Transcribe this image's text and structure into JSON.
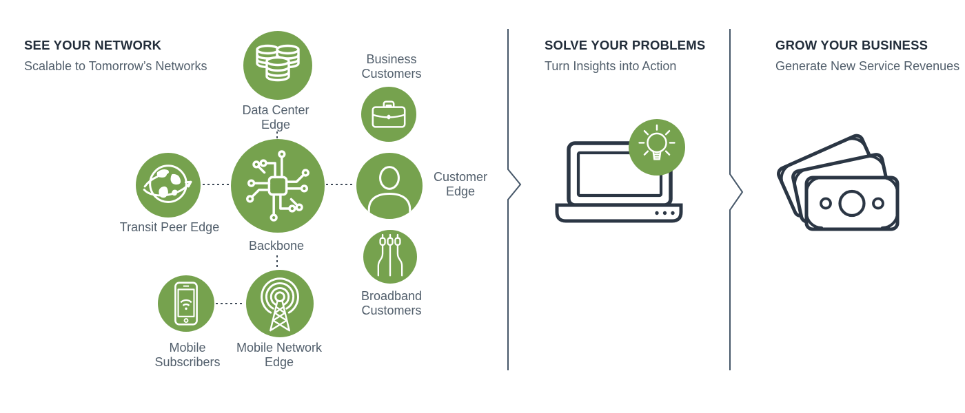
{
  "sections": {
    "see_your_network": {
      "title": "SEE YOUR NETWORK",
      "subtitle": "Scalable to Tomorrow’s Networks"
    },
    "solve_your_problems": {
      "title": "SOLVE YOUR PROBLEMS",
      "subtitle": "Turn Insights into Action"
    },
    "grow_your_business": {
      "title": "GROW YOUR BUSINESS",
      "subtitle": "Generate New Service Revenues"
    }
  },
  "network": {
    "nodes": [
      {
        "label": "Data Center Edge",
        "icon": "database-icon"
      },
      {
        "label": "Backbone",
        "icon": "circuit-chip-icon"
      },
      {
        "label": "Transit Peer Edge",
        "icon": "globe-icon"
      },
      {
        "label": "Business Customers",
        "icon": "briefcase-icon"
      },
      {
        "label": "Customer Edge",
        "icon": "person-icon"
      },
      {
        "label": "Broadband Customers",
        "icon": "cables-icon"
      },
      {
        "label": "Mobile Subscribers",
        "icon": "smartphone-icon"
      },
      {
        "label": "Mobile Network Edge",
        "icon": "radio-tower-icon"
      }
    ]
  },
  "solve": {
    "icon": "laptop-lightbulb-icon"
  },
  "grow": {
    "icon": "banknotes-icon"
  },
  "colors": {
    "accent_green": "#76A24E",
    "icon_navy": "#2B3644",
    "heading_navy": "#222D3A",
    "text_gray": "#515E6B",
    "divider_slate": "#455668",
    "connector_dash": "#3E4A57"
  }
}
